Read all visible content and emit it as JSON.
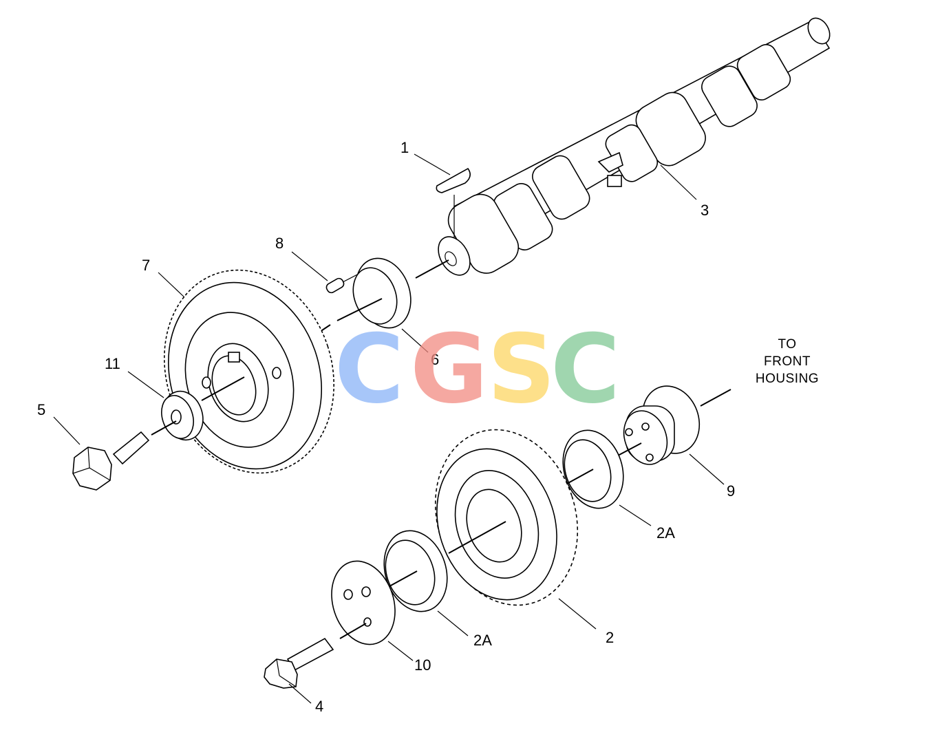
{
  "callouts": {
    "c1": "1",
    "c3": "3",
    "c8": "8",
    "c7": "7",
    "c6": "6",
    "c11": "11",
    "c5": "5",
    "c9": "9",
    "c2a_upper": "2A",
    "c2a_lower": "2A",
    "c2": "2",
    "c10": "10",
    "c4": "4"
  },
  "note": {
    "line1": "TO",
    "line2": "FRONT",
    "line3": "HOUSING"
  },
  "watermark": {
    "letters": [
      "C",
      "G",
      "S",
      "C"
    ],
    "colors": [
      "#8ab4f8",
      "#f28b82",
      "#fdd663",
      "#81c995"
    ]
  }
}
